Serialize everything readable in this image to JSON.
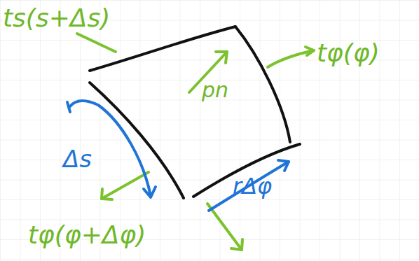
{
  "diagram": {
    "labels": [
      "ts(s+Δs)",
      "tφ(φ)",
      "pn",
      "Δs",
      "rΔφ",
      "tφ(φ+Δφ)"
    ]
  }
}
